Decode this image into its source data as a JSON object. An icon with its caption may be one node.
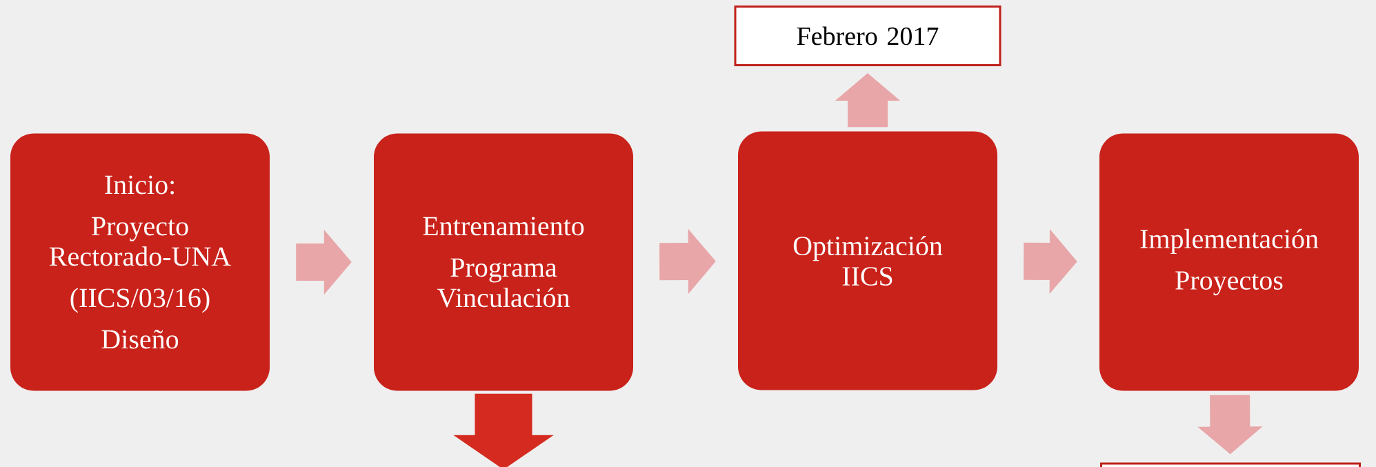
{
  "diagram": {
    "nodes": [
      {
        "text": [
          "Inicio:",
          "Proyecto Rectorado-UNA",
          "(IICS/03/16)",
          "Diseño"
        ]
      },
      {
        "text": [
          "Entrenamiento",
          "Programa Vinculación"
        ]
      },
      {
        "text": [
          "Optimización IICS"
        ]
      },
      {
        "text": [
          "Implementación",
          "Proyectos"
        ]
      },
      {
        "text": [
          "Febrero 2017"
        ]
      },
      {
        "text": [],
        "shape": "box"
      }
    ],
    "edges": [
      {
        "from": 0,
        "to": 1,
        "arrow": "to"
      },
      {
        "from": 1,
        "to": 2,
        "arrow": "to"
      },
      {
        "from": 2,
        "to": 3,
        "arrow": "to"
      },
      {
        "from": 2,
        "to": 4,
        "arrow": "to"
      },
      {
        "from": 3,
        "to": 5,
        "arrow": "to"
      },
      {
        "from": 1,
        "to": null,
        "arrow": "to",
        "color": "#d42a1f"
      }
    ]
  }
}
